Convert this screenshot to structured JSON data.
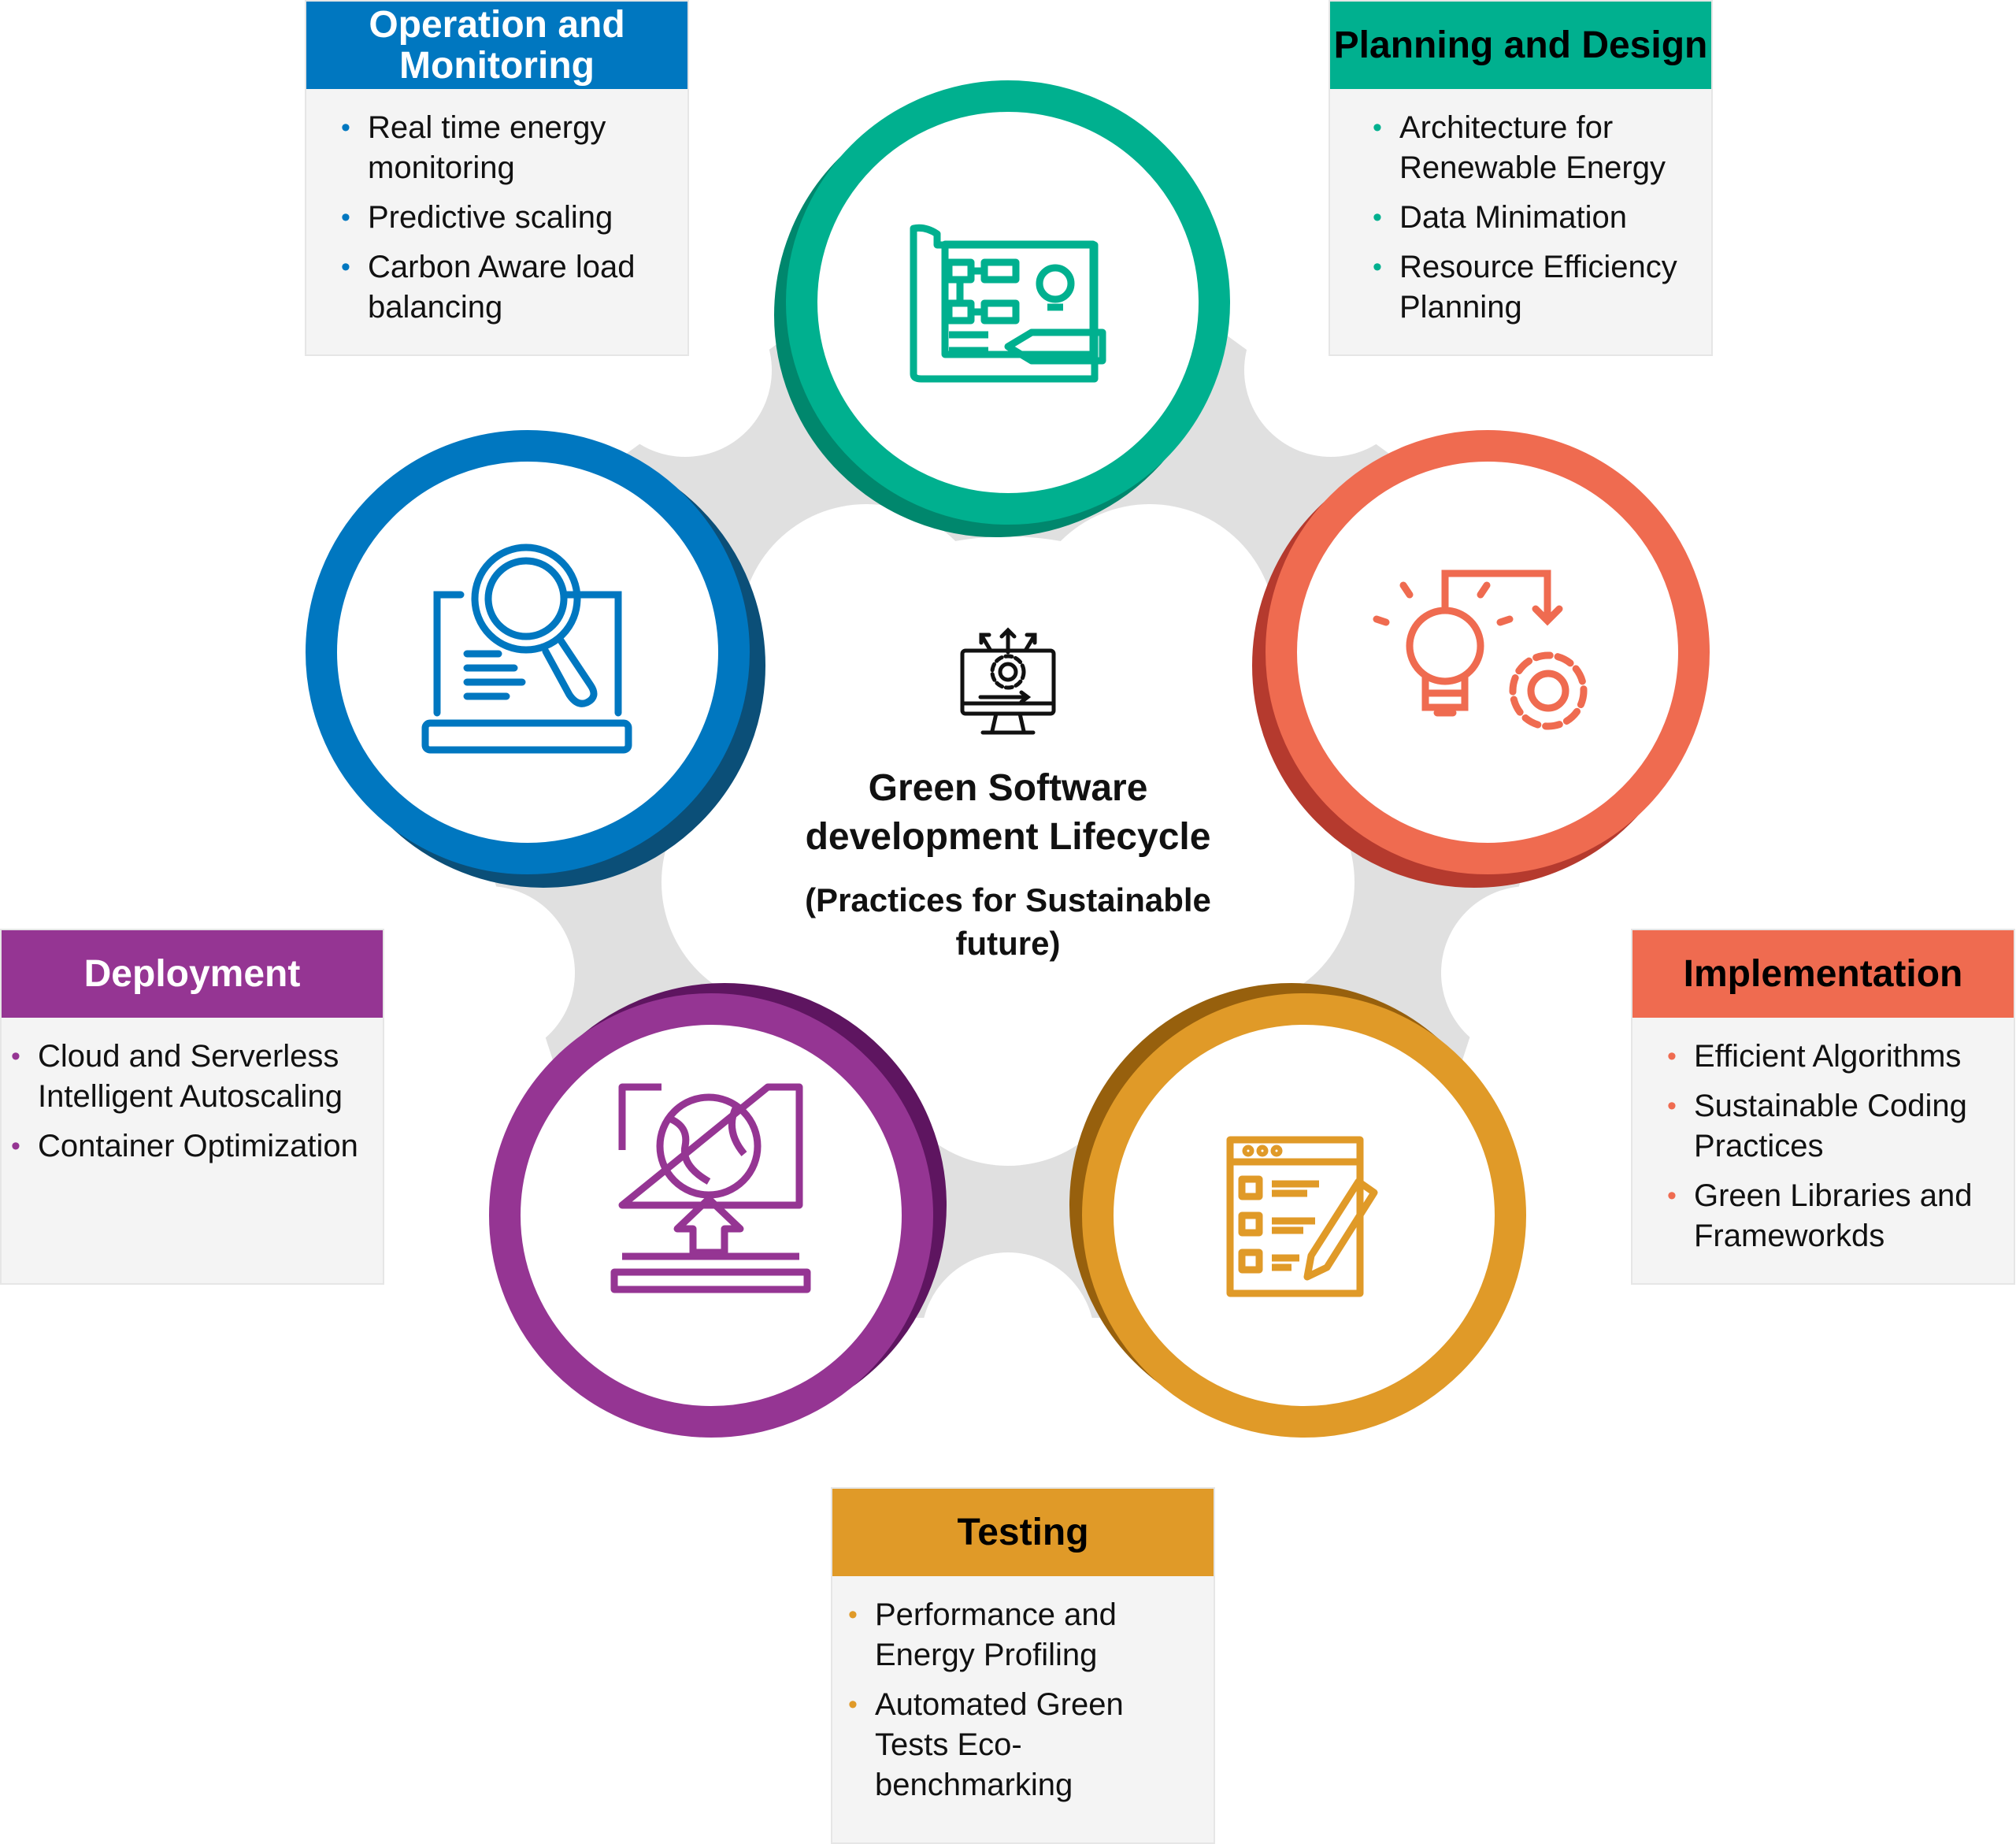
{
  "center": {
    "title_line1": "Green Software",
    "title_line2": "development Lifecycle",
    "subtitle_line1": "(Practices for Sustainable",
    "subtitle_line2": "future)",
    "icon": "monitor-gear-arrows-icon"
  },
  "stages": {
    "operation": {
      "title": "Operation and Monitoring",
      "color": "#0077c0",
      "icon": "laptop-magnifier-icon",
      "items": [
        "Real time energy monitoring",
        "Predictive scaling",
        "Carbon Aware load balancing"
      ]
    },
    "planning": {
      "title": "Planning and Design",
      "color": "#00b08f",
      "icon": "blueprint-icon",
      "items": [
        "Architecture for Renewable Energy",
        "Data Minimation",
        "Resource Efficiency Planning"
      ]
    },
    "implementation": {
      "title": "Implementation",
      "color": "#ef6b50",
      "icon": "bulb-gear-icon",
      "items": [
        "Efficient Algorithms",
        "Sustainable Coding Practices",
        "Green Libraries and Frameworkds"
      ]
    },
    "testing": {
      "title": "Testing",
      "color": "#e09a28",
      "icon": "checklist-pencil-icon",
      "items": [
        "Performance and Energy Profiling",
        "Automated Green Tests Eco-benchmarking"
      ]
    },
    "deployment": {
      "title": "Deployment",
      "color": "#953593",
      "icon": "laptop-globe-upload-icon",
      "items": [
        "Cloud and Serverless Intelligent Autoscaling",
        "Container Optimization"
      ]
    }
  }
}
